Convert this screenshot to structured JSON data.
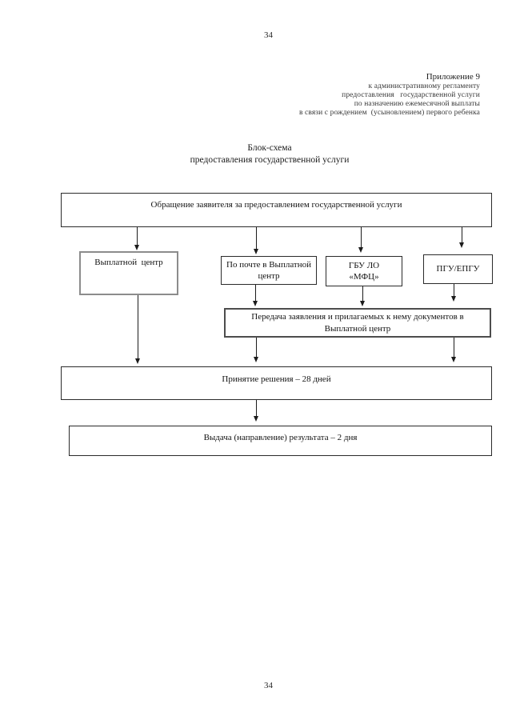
{
  "page": {
    "top_number": "34",
    "bottom_number": "34"
  },
  "annex_note": {
    "lines": [
      "Приложение 9",
      "к административному регламенту",
      "предоставления   государственной услуги",
      "по назначению ежемесячной выплаты",
      "в связи с рождением  (усыновлением) первого ребенка"
    ]
  },
  "title": {
    "line1": "Блок-схема",
    "line2": "предоставления государственной услуги"
  },
  "flowchart": {
    "nodes": {
      "request": {
        "label": "Обращение заявителя за предоставлением государственной услуги"
      },
      "payout_center": {
        "label": "Выплатной  центр"
      },
      "mail": {
        "label": "По почте в Выплатной\nцентр"
      },
      "mfc": {
        "label": "ГБУ ЛО\n«МФЦ»"
      },
      "pgu": {
        "label": "ПГУ/ЕПГУ"
      },
      "transfer": {
        "label": "Передача заявления и прилагаемых к нему документов в\nВыплатной центр"
      },
      "decision": {
        "label": "Принятие решения – 28 дней"
      },
      "result": {
        "label": "Выдача (направление) результата – 2 дня"
      }
    }
  },
  "colors": {
    "paper": "#ffffff",
    "ink": "#1c1c1c",
    "box_border": "#2b2b2b",
    "gray_box_border": "#8c8c8c"
  }
}
